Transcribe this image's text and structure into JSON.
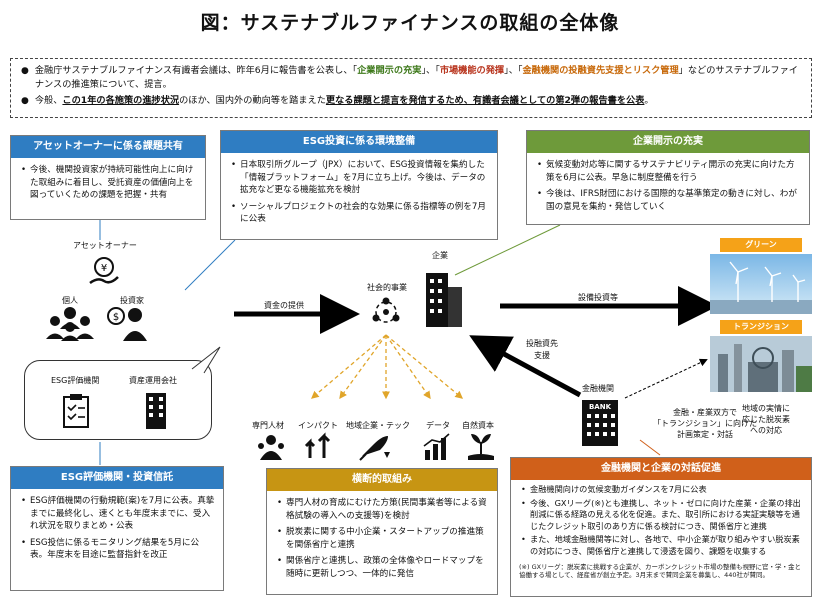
{
  "title": "図：サステナブルファイナンスの取組の全体像",
  "summary": {
    "line1_a": "金融庁サステナブルファイナンス有識者会議は、昨年6月に報告書を公表し、「",
    "line1_green": "企業開示の充実",
    "line1_b": "」、「",
    "line1_red": "市場機能の発揮",
    "line1_c": "」、「",
    "line1_orange": "金融機関の投融資先支援とリスク管理",
    "line1_d": "」などのサステナブルファイナンスの推進策について、提言。",
    "line2_a": "今般、",
    "line2_ul1": "この1年の各施策の進捗状況",
    "line2_b": "のほか、国内外の動向等を踏まえた",
    "line2_ul2": "更なる課題と提言を発信するため、有識者会議としての第2弾の報告書を公表",
    "line2_c": "。"
  },
  "boxes": {
    "asset_owner": {
      "header": "アセットオーナーに係る課題共有",
      "items": [
        "今後、機関投資家が持続可能性向上に向けた取組みに着目し、受託資産の価値向上を図っていくための課題を把握・共有"
      ]
    },
    "esg_env": {
      "header": "ESG投資に係る環境整備",
      "items": [
        "日本取引所グループ（JPX）において、ESG投資情報を集約した「情報プラットフォーム」を7月に立ち上げ。今後は、データの拡充など更なる機能拡充を検討",
        "ソーシャルプロジェクトの社会的な効果に係る指標等の例を7月に公表"
      ]
    },
    "disclosure": {
      "header": "企業開示の充実",
      "items": [
        "気候変動対応等に関するサステナビリティ開示の充実に向けた方策を6月に公表。早急に制度整備を行う",
        "今後は、IFRS財団における国際的な基準策定の動きに対し、わが国の意見を集約・発信していく"
      ]
    },
    "esg_rating": {
      "header": "ESG評価機関・投資信託",
      "items": [
        "ESG評価機関の行動規範(案)を7月に公表。真摯までに最終化し、速くとも年度末までに、受入れ状況を取りまとめ・公表",
        "ESG投信に係るモニタリング結果を5月に公表。年度末を目途に監督指針を改正"
      ]
    },
    "cross": {
      "header": "横断的取組み",
      "items": [
        "専門人材の育成にむけた方策(民間事業者等による資格試験の導入への支援等)を検討",
        "脱炭素に関する中小企業・スタートアップの推進策を関係省庁と連携",
        "関係省庁と連携し、政策の全体像やロードマップを随時に更新しつつ、一体的に発信"
      ]
    },
    "dialogue": {
      "header": "金融機関と企業の対話促進",
      "items": [
        "金融機関向けの気候変動ガイダンスを7月に公表",
        "今後、GXリーグ(※)とも連携し、ネット・ゼロに向けた産業・企業の排出削減に係る経路の見える化を促進。また、取引所における実証実験等を通じたクレジット取引のあり方に係る検討につき、関係省庁と連携",
        "また、地域金融機関等に対し、各地で、中小企業が取り組みやすい脱炭素の対応につき、関係省庁と連携して浸透を図り、課題を収集する"
      ],
      "footnote": "(※) GXリーグ：脱炭素に挑戦する企業が、カーボンクレジット市場の整備も視野に官・学・金と協働する場として、経産省が創立予定。3月末まで賛同企業を募集し、440社が賛同。"
    }
  },
  "diagram": {
    "asset_owner_label": "アセットオーナー",
    "individual_label": "個人",
    "investor_label": "投資家",
    "esg_agency_label": "ESG評価機関",
    "asset_mgmt_label": "資産運用会社",
    "funding_label": "資金の提供",
    "social_label": "社会的事業",
    "company_label": "企業",
    "equipment_label": "設備投資等",
    "support_label1": "投融資先",
    "support_label2": "支援",
    "bank_label": "金融機関",
    "bank_sign": "BANK",
    "green_tag": "グリーン",
    "transition_tag": "トランジション",
    "dialogue_note1": "金融・産業双方で",
    "dialogue_note2": "「トランジション」に向けた",
    "dialogue_note3": "計画策定・対話",
    "region_note1": "地域の実情に",
    "region_note2": "応じた脱炭素",
    "region_note3": "への対応",
    "enablers": [
      "専門人材",
      "インパクト",
      "地域企業・テック",
      "データ",
      "自然資本"
    ]
  },
  "colors": {
    "blue": "#2f7dc2",
    "green": "#6e9a3a",
    "gold": "#c79513",
    "orange": "#d0601a",
    "tag": "#f5a218"
  }
}
